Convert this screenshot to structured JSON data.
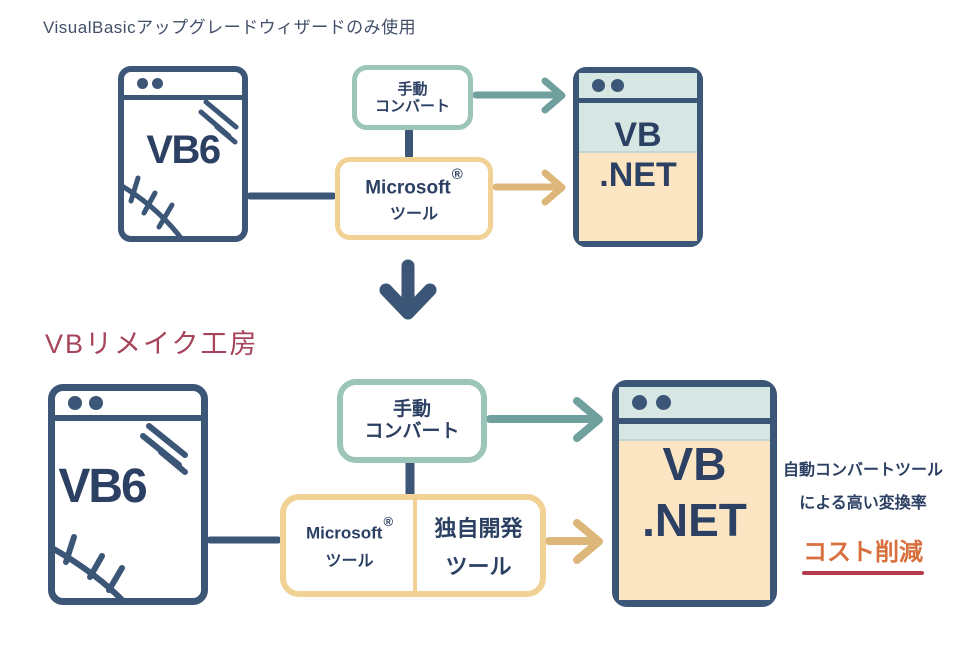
{
  "top_section": {
    "title": "VisualBasicアップグレードウィザードのみ使用",
    "vb6_window": {
      "label": "VB6"
    },
    "manual_convert_box": {
      "line1": "手動",
      "line2": "コンバート"
    },
    "microsoft_box": {
      "name": "Microsoft",
      "reg": "®",
      "line2": "ツール"
    },
    "vbnet_window": {
      "line1": "VB",
      "line2": ".NET"
    }
  },
  "bottom_section": {
    "title": "VBリメイク工房",
    "vb6_window": {
      "label": "VB6"
    },
    "manual_convert_box": {
      "line1": "手動",
      "line2": "コンバート"
    },
    "microsoft_cell": {
      "name": "Microsoft",
      "reg": "®",
      "line2": "ツール"
    },
    "custom_tool_cell": {
      "line1": "独自開発",
      "line2": "ツール"
    },
    "vbnet_window": {
      "line1": "VB",
      "line2": ".NET"
    },
    "benefits": {
      "line1": "自動コンバートツール",
      "line2": "による高い変換率",
      "highlight": "コスト削減"
    }
  },
  "colors": {
    "navy": "#3C5677",
    "text_navy": "#2C4063",
    "title_navy": "#414F68",
    "teal_border": "#9CC5BA",
    "teal_fill": "#D6E6E2",
    "teal_arrow": "#6FA09D",
    "yellow_border": "#F1D194",
    "yellow_arrow": "#DDB679",
    "tan_fill": "#FBE5C2",
    "crimson": "#A64459",
    "orange": "#D7703E",
    "underline": "#B23C4A"
  }
}
